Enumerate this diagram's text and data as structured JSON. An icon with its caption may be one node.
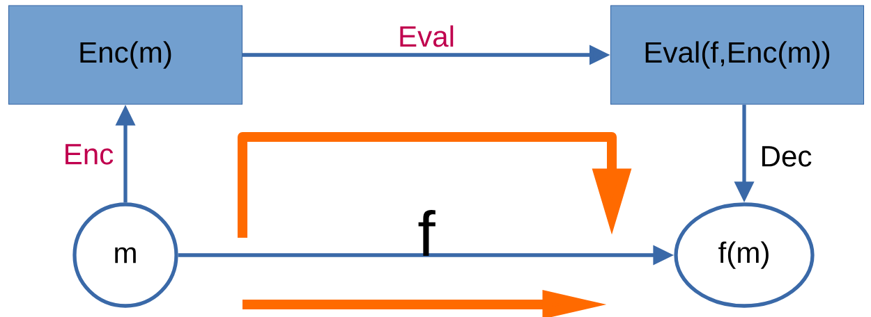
{
  "diagram": {
    "nodes": [
      {
        "text": [
          "Enc(m)"
        ]
      },
      {
        "text": [
          "Eval(f,Enc(m))"
        ]
      },
      {
        "text": [
          "m"
        ]
      },
      {
        "text": [
          "f(m)"
        ]
      }
    ],
    "edges": [
      {
        "from": 0,
        "to": 1,
        "arrow": "to",
        "label": "Eval"
      },
      {
        "from": 2,
        "to": 0,
        "arrow": "to",
        "label": "Enc"
      },
      {
        "from": 1,
        "to": 3,
        "arrow": "to",
        "label": "Dec"
      },
      {
        "from": 2,
        "to": 3,
        "arrow": "to",
        "label": "f"
      }
    ]
  }
}
